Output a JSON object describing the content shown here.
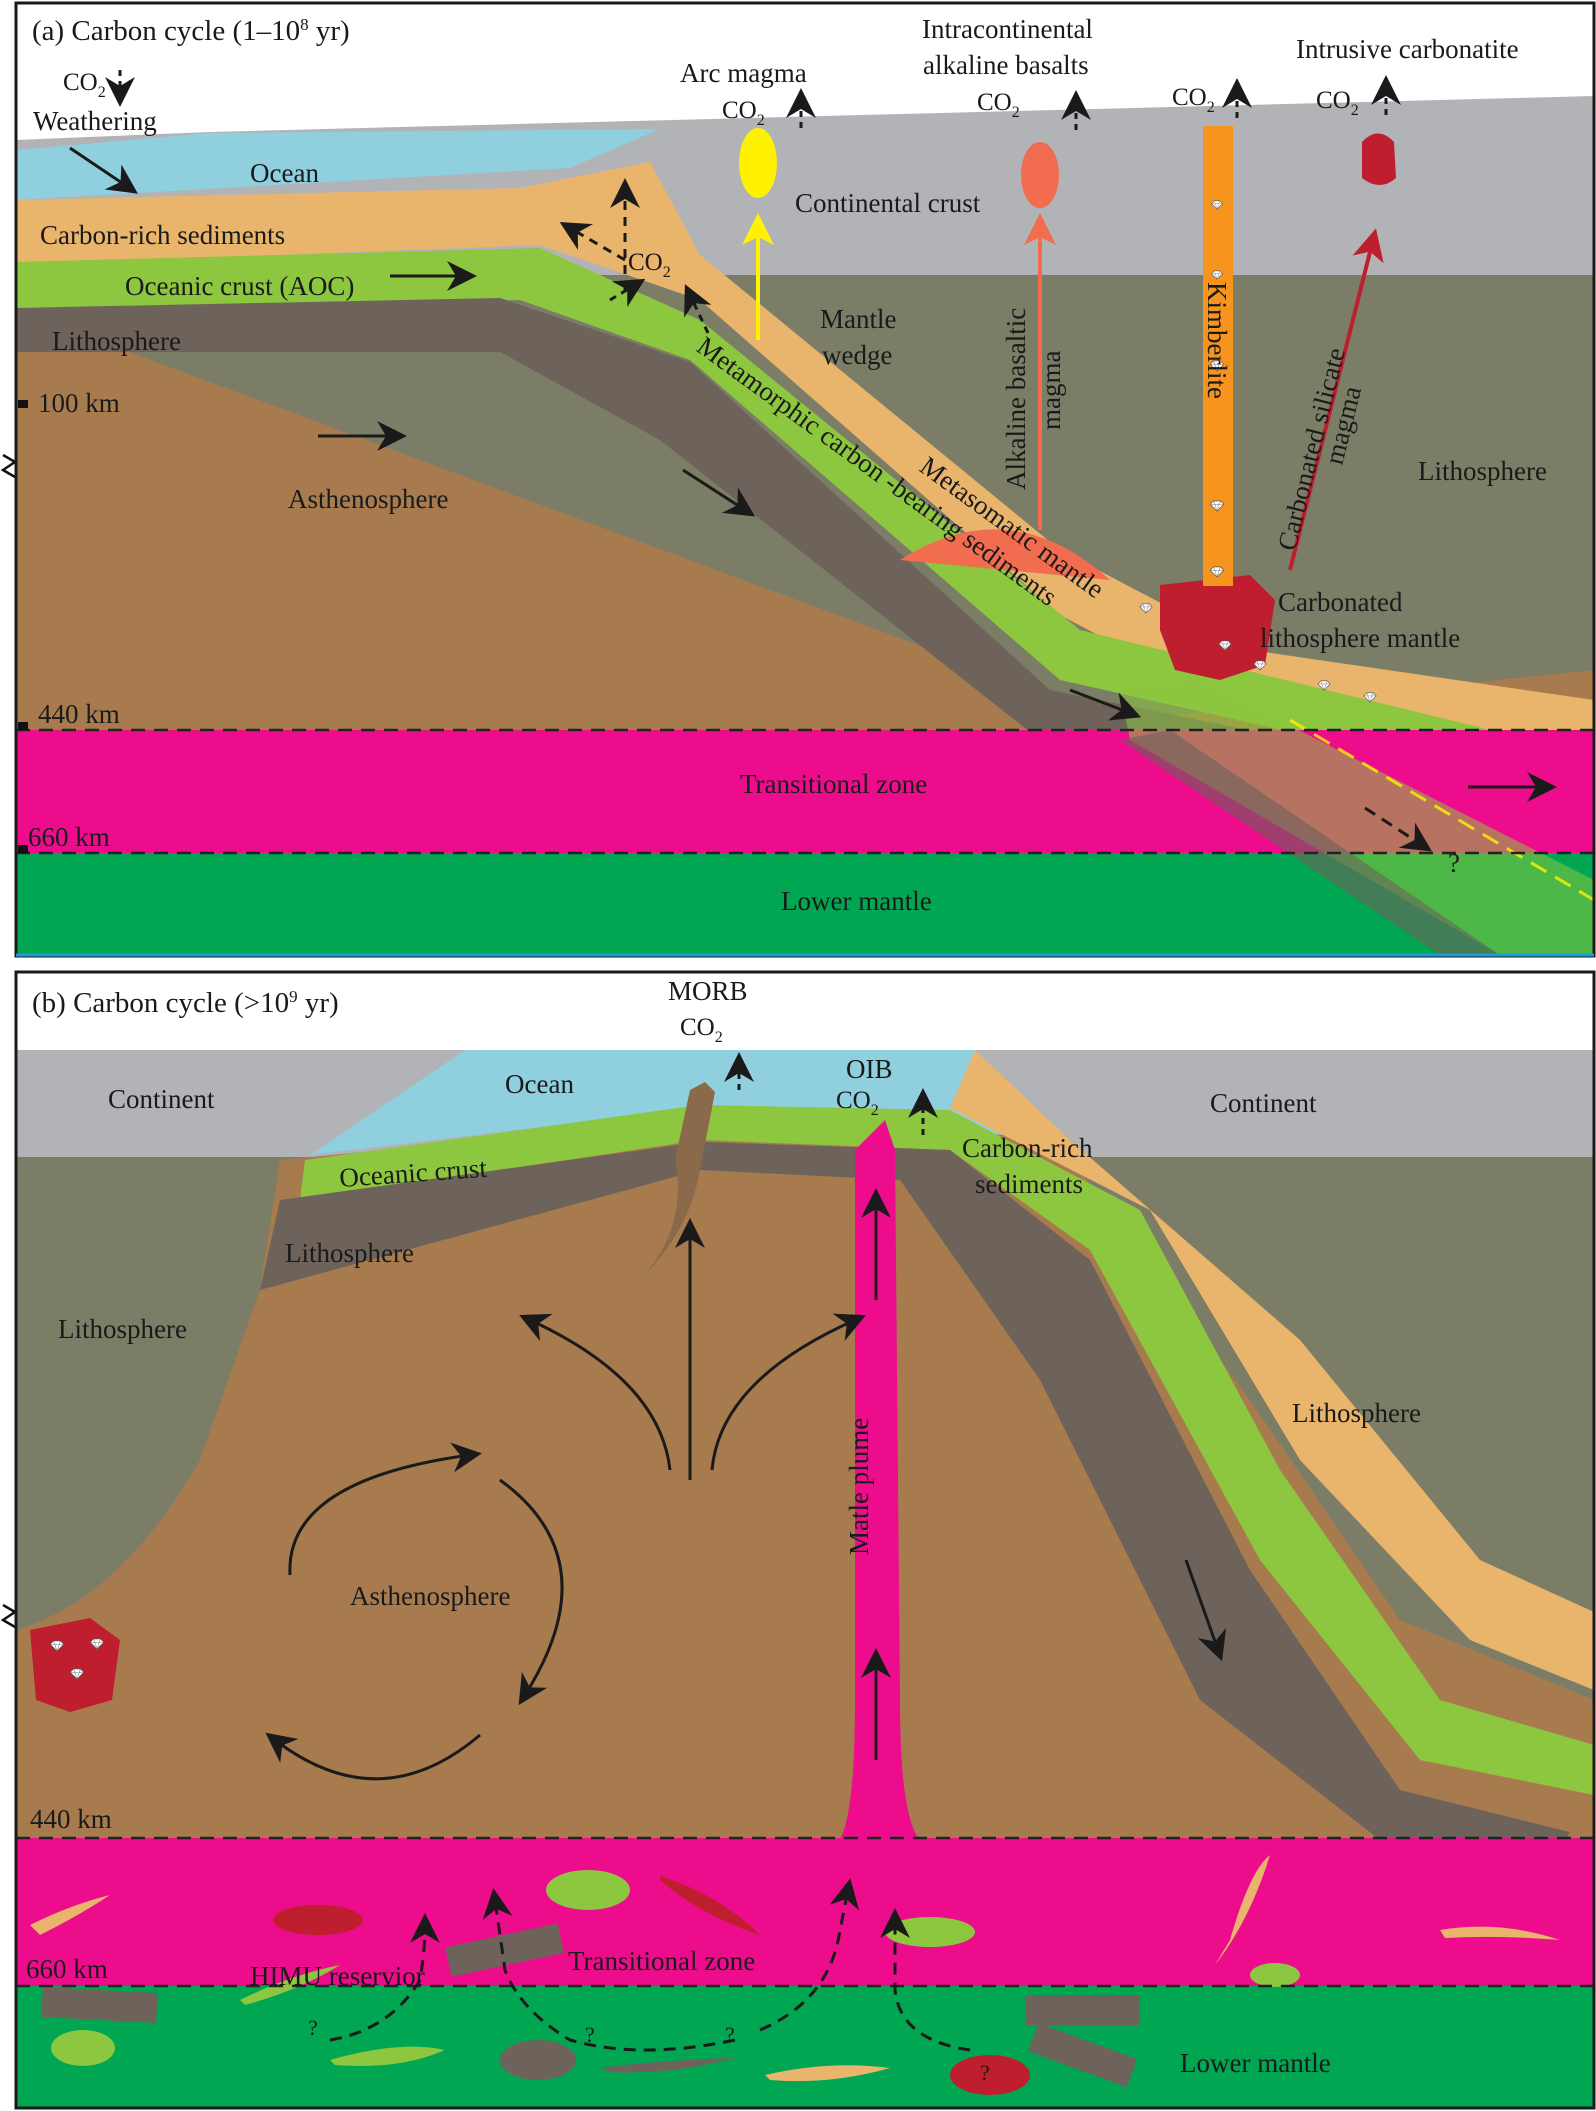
{
  "panel_a": {
    "title": "(a) Carbon cycle (1–10",
    "title_sup": "8",
    "title_end": " yr)",
    "co2_text": "CO",
    "co2_sub": "2",
    "weathering": "Weathering",
    "ocean": "Ocean",
    "carbon_rich_sediments": "Carbon-rich sediments",
    "oceanic_crust": "Oceanic crust (AOC)",
    "lithosphere_left": "Lithosphere",
    "depth_100": "100 km",
    "asthenosphere": "Asthenosphere",
    "arc_magma": "Arc magma",
    "intracontinental_1": "Intracontinental",
    "intracontinental_2": "alkaline basalts",
    "intrusive_carbonatite": "Intrusive carbonatite",
    "continental_crust": "Continental crust",
    "mantle_wedge_1": "Mantle",
    "mantle_wedge_2": "wedge",
    "alkaline_magma_1": "Alkaline basaltic",
    "alkaline_magma_2": "magma",
    "kimberlite": "Kimberlite",
    "carbonated_silicate_1": "Carbonated silicate",
    "carbonated_silicate_2": "magma",
    "lithosphere_right": "Lithosphere",
    "metamorphic_1": "Metamorphic carbon -bearing sediments",
    "metasomatic_mantle": "Metasomatic mantle",
    "carbonated_lith_1": "Carbonated",
    "carbonated_lith_2": "lithosphere mantle",
    "depth_440": "440 km",
    "transitional_zone": "Transitional zone",
    "depth_660": "660 km",
    "lower_mantle": "Lower  mantle",
    "question": "?"
  },
  "panel_b": {
    "title": "(b) Carbon cycle (>10",
    "title_sup": "9",
    "title_end": " yr)",
    "morb": "MORB",
    "oib": "OIB",
    "co2_text": "CO",
    "co2_sub": "2",
    "continent_left": "Continent",
    "ocean": "Ocean",
    "continent_right": "Continent",
    "oceanic_crust": "Oceanic crust",
    "carbon_rich_1": "Carbon-rich",
    "carbon_rich_2": "sediments",
    "lithosphere_center": "Lithosphere",
    "lithosphere_left": "Lithosphere",
    "lithosphere_right": "Lithosphere",
    "mantle_plume": "Matle plume",
    "asthenosphere": "Asthenosphere",
    "depth_440": "440 km",
    "depth_660": "660 km",
    "transitional_zone": "Transitional zone",
    "himu": "HIMU reservior",
    "lower_mantle": "Lower  mantle",
    "question": "?"
  },
  "colors": {
    "ocean": "#8fcfde",
    "crust_grey": "#b1b3b6",
    "sediment": "#e9b46c",
    "oceanic_crust": "#8dc63f",
    "lithosphere_slab": "#6e635b",
    "mantle_lithosphere": "#7c7d67",
    "asthenosphere": "#a87b4f",
    "transition_zone": "#ec0c8c",
    "lower_mantle": "#00a651",
    "arc_magma": "#fff200",
    "alkaline_magma": "#f26c4f",
    "kimberlite": "#f7941d",
    "carbonatite": "#be1e2d"
  }
}
